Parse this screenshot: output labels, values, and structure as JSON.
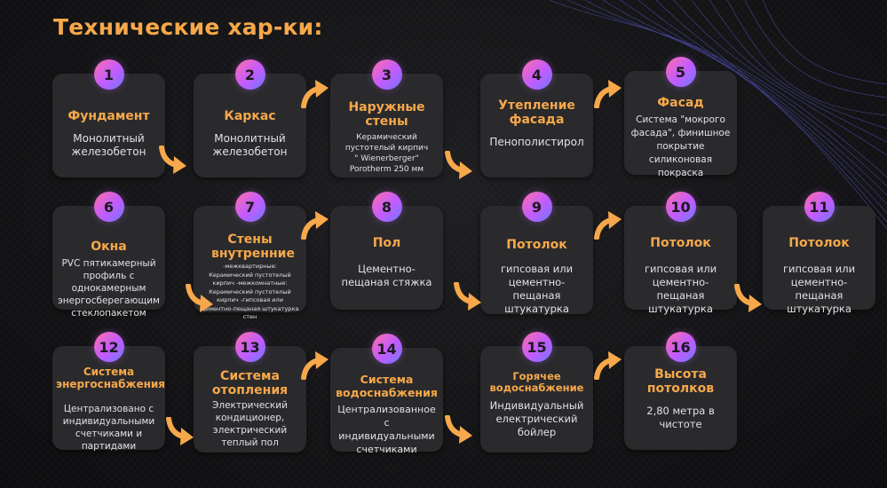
{
  "title": "Технические хар-ки:",
  "cards": [
    {
      "num": "1",
      "title": "Фундамент",
      "text": "Монолитный железобетон"
    },
    {
      "num": "2",
      "title": "Каркас",
      "text": "Монолитный железобетон"
    },
    {
      "num": "3",
      "title": "Наружные стены",
      "text": "Керамический пустотелый кирпич \" Wienerberger\" Porotherm 250 мм"
    },
    {
      "num": "4",
      "title": "Утепление фасада",
      "text": "Пенополистирол"
    },
    {
      "num": "5",
      "title": "Фасад",
      "text": "Система \"мокрого фасада\", финишное покрытие силиконовая покраска"
    },
    {
      "num": "6",
      "title": "Окна",
      "text": "PVC пятикамерный профиль с однокамерным энергосберегающим стеклопакетом"
    },
    {
      "num": "7",
      "title": "Стены внутренние",
      "text": "-межквартирные: Керамический пустотелый кирпич -межкомнатные: Керамический пустотелый кирпич -гипсовая или цементно-пещаная штукатурка стен"
    },
    {
      "num": "8",
      "title": "Пол",
      "text": "Цементно-пещаная стяжка"
    },
    {
      "num": "9",
      "title": "Потолок",
      "text": "гипсовая или цементно-пещаная штукатурка"
    },
    {
      "num": "10",
      "title": "Потолок",
      "text": "гипсовая или цементно-пещаная штукатурка"
    },
    {
      "num": "11",
      "title": "Потолок",
      "text": "гипсовая или цементно-пещаная штукатурка"
    },
    {
      "num": "12",
      "title": "Система энергоснабжения",
      "text": "Централизовано с индивидуальными счетчиками и партидами"
    },
    {
      "num": "13",
      "title": "Система отопления",
      "text": "Электрический кондиционер, электрический теплый пол"
    },
    {
      "num": "14",
      "title": "Система водоснабжения",
      "text": "Централизованное с индивидуальными счетчиками"
    },
    {
      "num": "15",
      "title": "Горячее водоснабжение",
      "text": "Индивидуальный електрический бойлер"
    },
    {
      "num": "16",
      "title": "Высота потолков",
      "text": "2,80 метра в чистоте"
    }
  ],
  "colors": {
    "accent": "#f6a84a",
    "card": "#2a2a2d",
    "background": "#141416"
  }
}
